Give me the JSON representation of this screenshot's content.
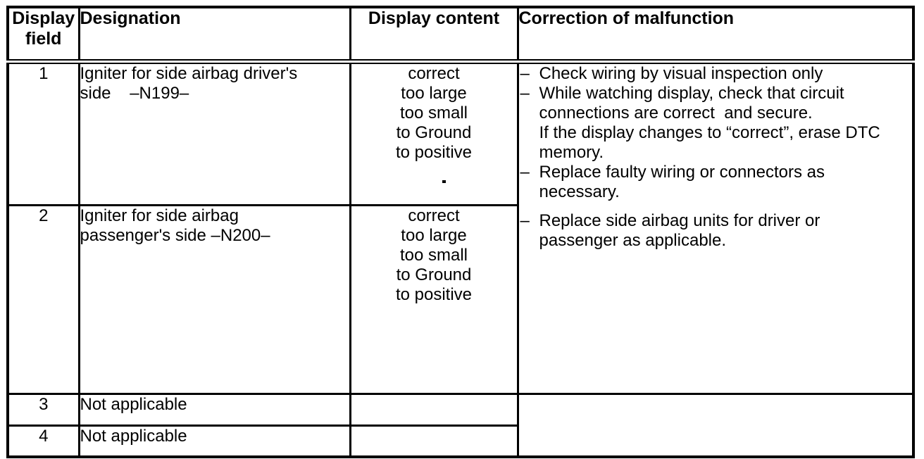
{
  "page": {
    "ink_color": "#000000",
    "background_color": "#ffffff"
  },
  "table": {
    "headers": {
      "display_field_line1": "Display",
      "display_field_line2": "field",
      "designation": "Designation",
      "display_content": "Display content",
      "correction": "Correction of malfunction"
    },
    "rows": [
      {
        "field": "1",
        "designation": [
          "Igniter for side airbag driver's",
          "side    –N199–"
        ],
        "display_content": [
          "correct",
          "too large",
          "too small",
          "to Ground",
          "to positive"
        ]
      },
      {
        "field": "2",
        "designation": [
          "Igniter for side airbag",
          "passenger's side –N200–"
        ],
        "display_content": [
          "correct",
          "too large",
          "too small",
          "to Ground",
          "to positive"
        ]
      },
      {
        "field": "3",
        "designation": [
          "Not applicable"
        ],
        "display_content": []
      },
      {
        "field": "4",
        "designation": [
          "Not applicable"
        ],
        "display_content": []
      }
    ],
    "correction": {
      "top": [
        {
          "marker": "–",
          "lines": [
            "Check wiring by visual inspection only"
          ]
        },
        {
          "marker": "–",
          "lines": [
            "While watching display, check that circuit",
            "connections are correct  and secure.",
            "If the display changes to “correct”, erase DTC",
            "memory."
          ]
        },
        {
          "marker": "–",
          "lines": [
            "Replace faulty wiring or connectors as",
            "necessary."
          ]
        }
      ],
      "bottom": [
        {
          "marker": "–",
          "lines": [
            "Replace side airbag units for driver or",
            "passenger as applicable."
          ]
        }
      ]
    }
  }
}
